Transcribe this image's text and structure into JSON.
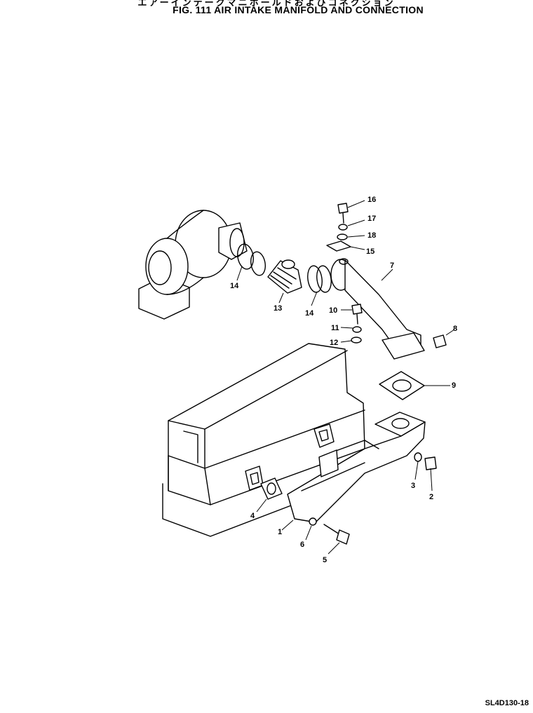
{
  "header": {
    "title_jp": "エアーインテークマニホールドおよびコネクション",
    "title": "FIG. 111  AIR  INTAKE  MANIFOLD  AND  CONNECTION"
  },
  "footer": {
    "drawing_code": "SL4D130-18"
  },
  "callouts": [
    "1",
    "2",
    "3",
    "4",
    "5",
    "6",
    "7",
    "8",
    "9",
    "10",
    "11",
    "12",
    "13",
    "14",
    "14",
    "15",
    "16",
    "17",
    "18"
  ]
}
